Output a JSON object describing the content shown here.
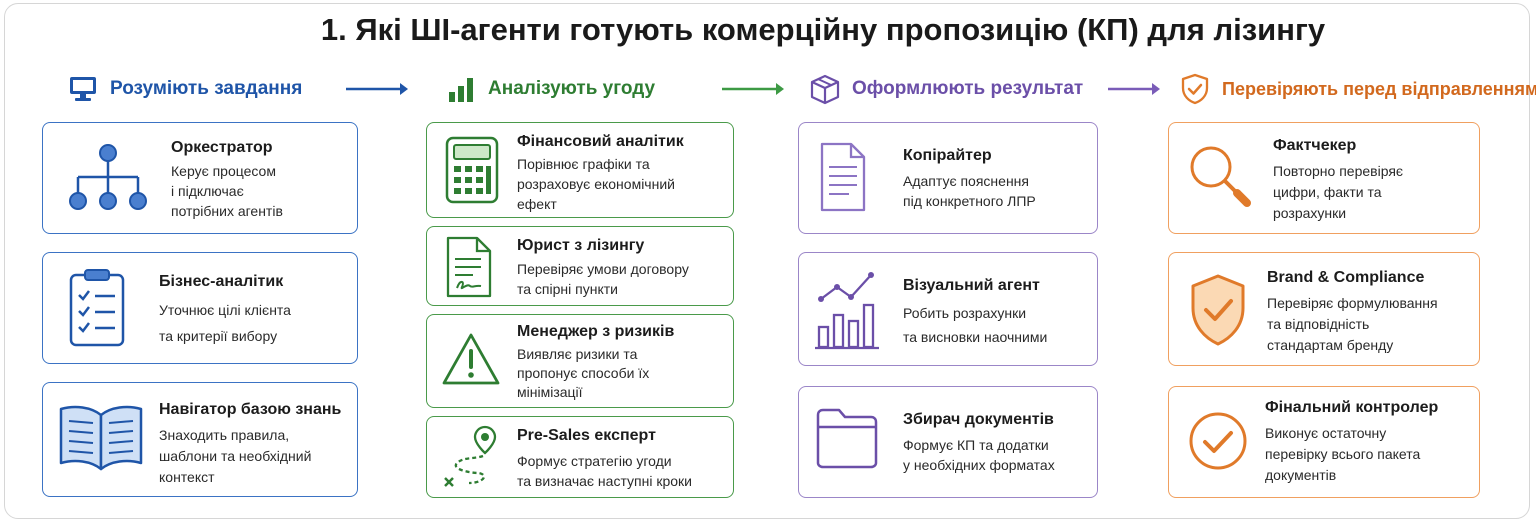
{
  "title": "1. Які ШІ-агенти готують комерційну пропозицію (КП) для лізингу",
  "columns": [
    {
      "heading": "Розуміють завдання",
      "heading_icon": "monitor-icon",
      "color": "#1f55a8",
      "cards": [
        {
          "title": "Оркестратор",
          "desc": "Керує процесом\nі підключає\nпотрібних агентів",
          "icon": "org-chart-icon"
        },
        {
          "title": "Бізнес-аналітик",
          "desc": "Уточнює цілі клієнта\nта критерії вибору",
          "icon": "clipboard-checklist-icon"
        },
        {
          "title": "Навігатор базою знань",
          "desc": "Знаходить правила,\nшаблони та необхідний\nконтекст",
          "icon": "open-book-icon"
        }
      ]
    },
    {
      "heading": "Аналізують угоду",
      "heading_icon": "bar-chart-icon",
      "color": "#2e7d32",
      "cards": [
        {
          "title": "Фінансовий аналітик",
          "desc": "Порівнює графіки та\nрозраховує економічний\nефект",
          "icon": "calculator-icon"
        },
        {
          "title": "Юрист з лізингу",
          "desc": "Перевіряє умови договору\nта спірні пункти",
          "icon": "signed-document-icon"
        },
        {
          "title": "Менеджер з ризиків",
          "desc": "Виявляє ризики та\nпропонує способи їх\nмінімізації",
          "icon": "warning-icon"
        },
        {
          "title": "Pre-Sales експерт",
          "desc": "Формує стратегію угоди\nта визначає наступні кроки",
          "icon": "route-pin-icon"
        }
      ]
    },
    {
      "heading": "Оформлюють результат",
      "heading_icon": "package-icon",
      "color": "#6b4fa8",
      "cards": [
        {
          "title": "Копірайтер",
          "desc": "Адаптує пояснення\nпід конкретного ЛПР",
          "icon": "text-document-icon"
        },
        {
          "title": "Візуальний агент",
          "desc": "Робить розрахунки\nта висновки наочними",
          "icon": "chart-trend-icon"
        },
        {
          "title": "Збирач документів",
          "desc": "Формує КП та додатки\nу необхідних форматах",
          "icon": "folder-icon"
        }
      ]
    },
    {
      "heading": "Перевіряють перед відправленням",
      "heading_icon": "shield-check-icon",
      "color": "#d2691e",
      "cards": [
        {
          "title": "Фактчекер",
          "desc": "Повторно перевіряє\nцифри, факти та\nрозрахунки",
          "icon": "magnifier-icon"
        },
        {
          "title": "Brand & Compliance",
          "desc": "Перевіряє формулювання\nта відповідність\nстандартам бренду",
          "icon": "shield-check-icon"
        },
        {
          "title": "Фінальний контролер",
          "desc": "Виконує остаточну\nперевірку всього пакета\nдокументів",
          "icon": "circle-check-icon"
        }
      ]
    }
  ],
  "colors": {
    "blue": "#3b73c4",
    "green": "#4a9a4a",
    "purple": "#9b86c8",
    "orange": "#f0a060"
  }
}
